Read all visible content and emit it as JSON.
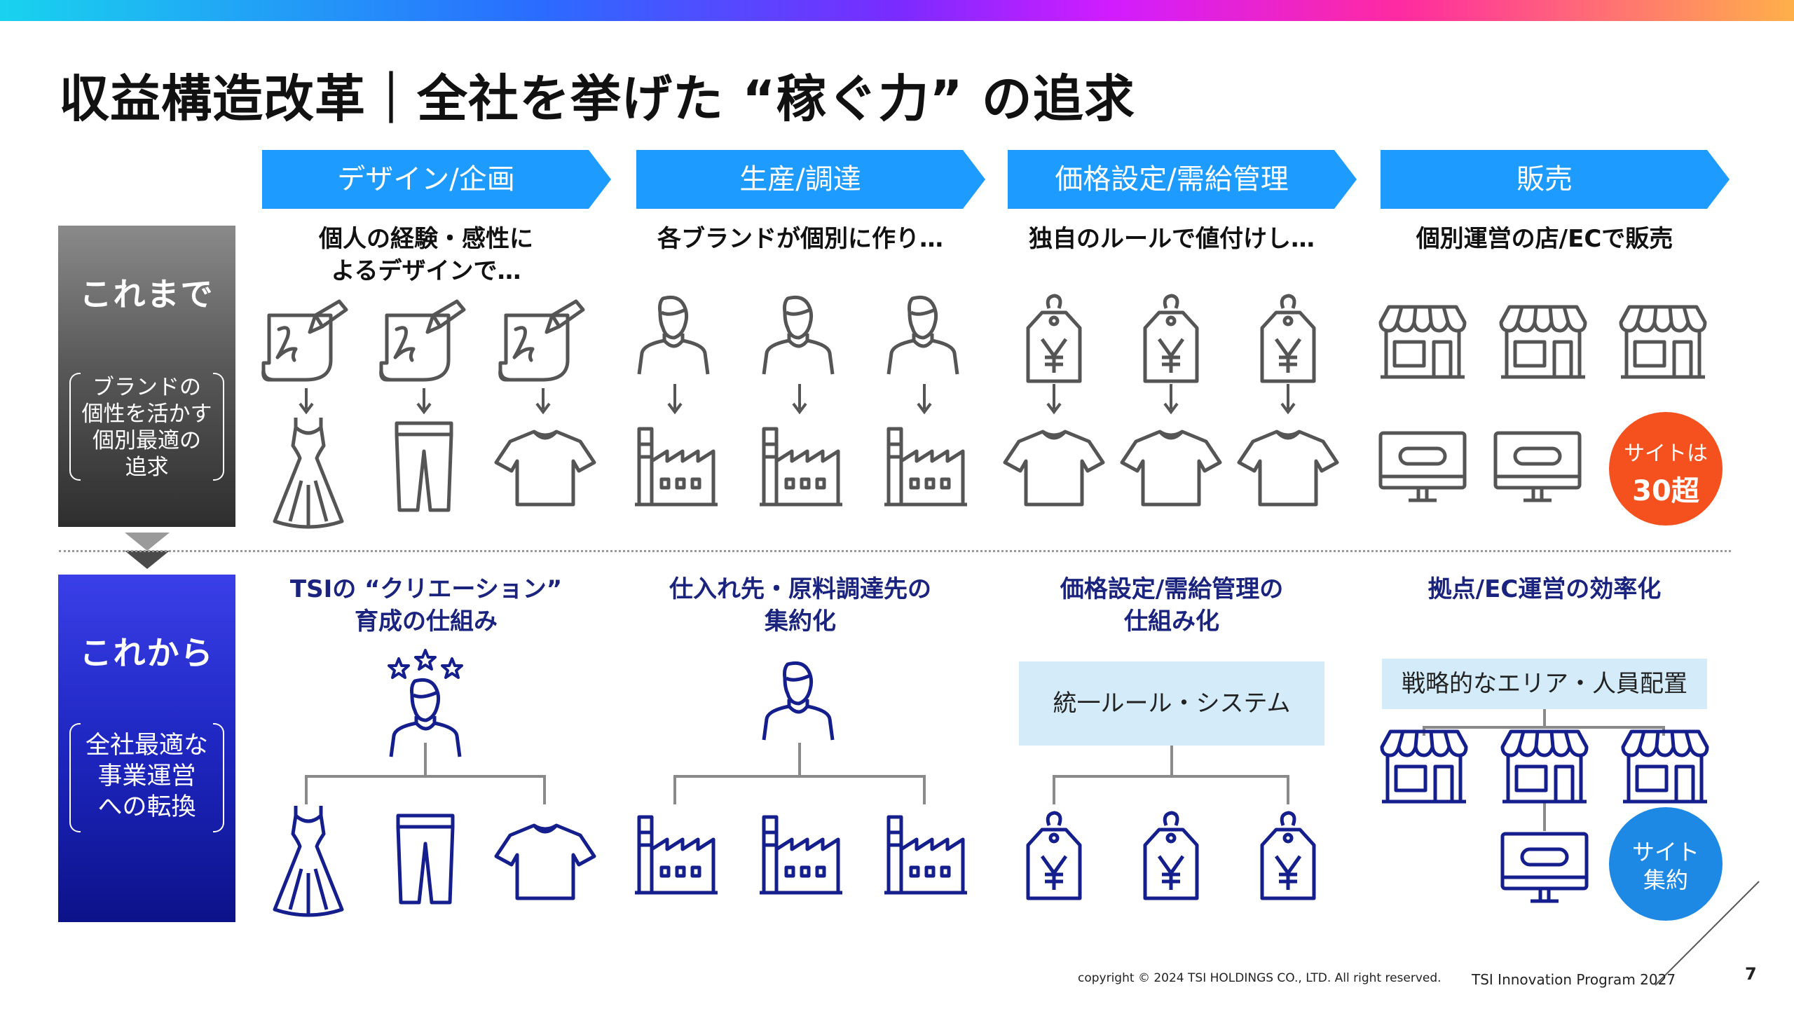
{
  "title": "収益構造改革｜全社を挙げた “稼ぐ力” の追求",
  "colors": {
    "chevron": "#1e9bff",
    "before_icons": "#555555",
    "after_icons": "#141e8c",
    "badge_before": "#f4511e",
    "badge_after": "#1e88e5",
    "box": "#d4ecf9"
  },
  "stages": [
    {
      "label": "デザイン/企画"
    },
    {
      "label": "生産/調達"
    },
    {
      "label": "価格設定/需給管理"
    },
    {
      "label": "販売"
    }
  ],
  "before": {
    "heading": "これまで",
    "note": "ブランドの個性を活かす個別最適の追求",
    "note_lines": [
      "ブランドの",
      "個性を活かす",
      "個別最適の",
      "追求"
    ],
    "descriptions": [
      "個人の経験・感性に\nよるデザインで…",
      "各ブランドが個別に作り…",
      "独自のルールで値付けし…",
      "個別運営の店/ECで販売"
    ],
    "desc_lines": [
      [
        "個人の経験・感性に",
        "よるデザインで…"
      ],
      [
        "各ブランドが個別に作り…"
      ],
      [
        "独自のルールで値付けし…"
      ],
      [
        "個別運営の店/ECで販売"
      ]
    ],
    "icons": {
      "design": [
        "design-sketch-icon",
        "dress-icon",
        "pants-icon",
        "tshirt-icon"
      ],
      "production": [
        "person-icon",
        "factory-icon"
      ],
      "pricing": [
        "price-tag-icon",
        "tshirt-icon"
      ],
      "sales": [
        "storefront-icon",
        "web-monitor-icon"
      ]
    },
    "badge": {
      "line1": "サイトは",
      "line2": "30超"
    }
  },
  "after": {
    "heading": "これから",
    "note_lines": [
      "全社最適な",
      "事業運営",
      "への転換"
    ],
    "desc_lines": [
      [
        "TSIの “クリエーション”",
        "育成の仕組み"
      ],
      [
        "仕入れ先・原料調達先の",
        "集約化"
      ],
      [
        "価格設定/需給管理の",
        "仕組み化"
      ],
      [
        "拠点/EC運営の効率化"
      ]
    ],
    "pricing_box": "統一ルール・システム",
    "sales_box": "戦略的なエリア・人員配置",
    "icons": {
      "design": [
        "star-person-icon",
        "dress-icon",
        "pants-icon",
        "tshirt-icon"
      ],
      "production": [
        "person-icon",
        "factory-icon"
      ],
      "pricing": [
        "price-tag-icon"
      ],
      "sales": [
        "storefront-icon",
        "web-monitor-icon"
      ]
    },
    "badge": {
      "line1": "サイト",
      "line2": "集約"
    }
  },
  "footer": {
    "copyright": "copyright © 2024 TSI HOLDINGS CO., LTD. All right reserved.",
    "program": "TSI Innovation Program 2027",
    "page": "7"
  }
}
